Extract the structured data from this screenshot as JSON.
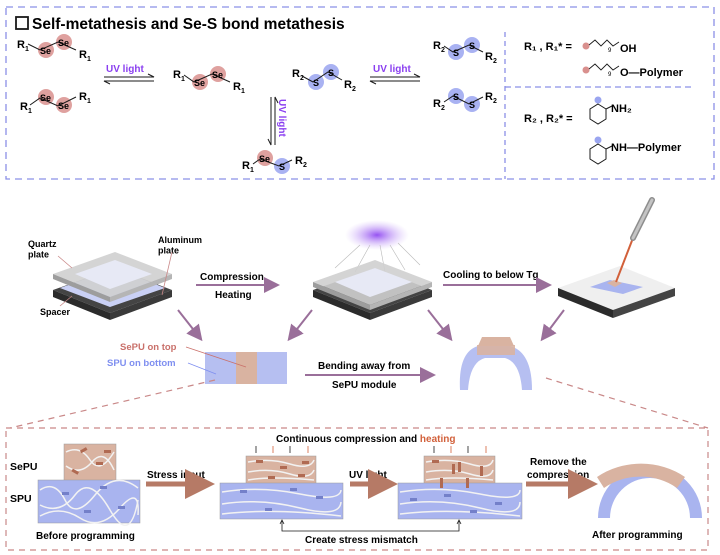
{
  "section_a": {
    "title": "Self-metathesis and Se-S bond metathesis",
    "uv_label_1": "UV light",
    "uv_label_2": "UV light",
    "uv_label_3": "UV light",
    "atoms": {
      "se": "Se",
      "s": "S"
    },
    "groups": {
      "r1": "R",
      "r1_sub": "1",
      "r2": "R",
      "r2_sub": "2",
      "star": "*"
    },
    "r1_def_label": "R₁ , R₁* =",
    "r1_def_1": "OH",
    "r1_def_2": "O—Polymer",
    "r1_chain_index": "9",
    "r2_def_label": "R₂ , R₂* =",
    "r2_def_1": "NH₂",
    "r2_def_2": "NH—Polymer"
  },
  "section_b": {
    "quartz_label": "Quartz\nplate",
    "aluminum_label": "Aluminum\nplate",
    "spacer_label": "Spacer",
    "compression_label": "Compression",
    "heating_label": "Heating",
    "cooling_label": "Cooling to below Tg",
    "sepu_top_label": "SePU on top",
    "spu_bottom_label": "SPU on bottom",
    "bending_label_1": "Bending away from",
    "bending_label_2": "SePU module"
  },
  "section_c": {
    "sepu_label": "SePU",
    "spu_label": "SPU",
    "before_label": "Before programming",
    "stress_input_label": "Stress input",
    "continuous_label": "Continuous compression and",
    "heating_word": "heating",
    "uv_label": "UV light",
    "remove_label_1": "Remove the",
    "remove_label_2": "compression",
    "mismatch_label": "Create stress mismatch",
    "after_label": "After programming"
  },
  "colors": {
    "uv_purple": "#8a3ff0",
    "se_pink": "#d9908e",
    "s_blue": "#9aa5f0",
    "dash_blue": "#8b90e6",
    "dash_red": "#c98888",
    "arrow_purple": "#9a6f9a",
    "arrow_brown": "#b67a66",
    "sepu_fill": "#d9b3a1",
    "spu_fill": "#a9b4ef",
    "sepu_text": "#c9706a",
    "spu_text": "#7f8ff0",
    "heating_red": "#d2603a"
  }
}
